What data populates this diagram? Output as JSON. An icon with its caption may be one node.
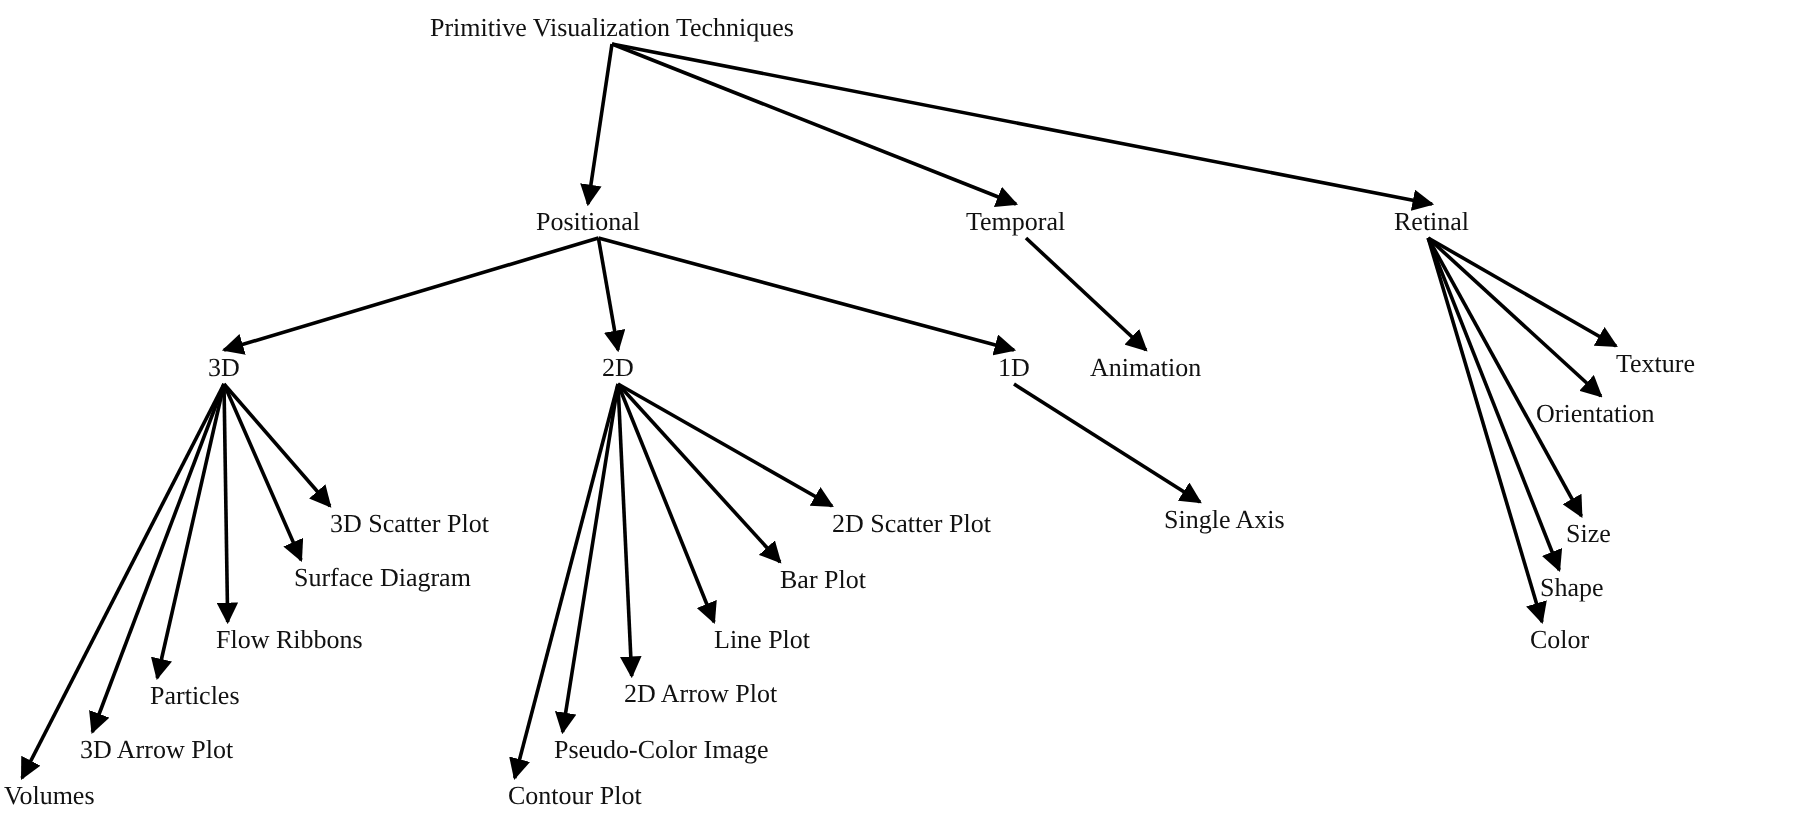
{
  "diagram": {
    "nodes": [
      {
        "text": [
          "Primitive Visualization Techniques"
        ]
      },
      {
        "text": [
          "Positional"
        ]
      },
      {
        "text": [
          "Temporal"
        ]
      },
      {
        "text": [
          "Retinal"
        ]
      },
      {
        "text": [
          "3D"
        ]
      },
      {
        "text": [
          "2D"
        ]
      },
      {
        "text": [
          "1D"
        ]
      },
      {
        "text": [
          "Animation"
        ]
      },
      {
        "text": [
          "Volumes"
        ]
      },
      {
        "text": [
          "3D Arrow Plot"
        ]
      },
      {
        "text": [
          "Particles"
        ]
      },
      {
        "text": [
          "Flow Ribbons"
        ]
      },
      {
        "text": [
          "Surface Diagram"
        ]
      },
      {
        "text": [
          "3D Scatter Plot"
        ]
      },
      {
        "text": [
          "Contour Plot"
        ]
      },
      {
        "text": [
          "Pseudo-Color Image"
        ]
      },
      {
        "text": [
          "2D Arrow Plot"
        ]
      },
      {
        "text": [
          "Line Plot"
        ]
      },
      {
        "text": [
          "Bar Plot"
        ]
      },
      {
        "text": [
          "2D Scatter Plot"
        ]
      },
      {
        "text": [
          "Single Axis"
        ]
      },
      {
        "text": [
          "Color"
        ]
      },
      {
        "text": [
          "Shape"
        ]
      },
      {
        "text": [
          "Size"
        ]
      },
      {
        "text": [
          "Orientation"
        ]
      },
      {
        "text": [
          "Texture"
        ]
      }
    ],
    "edges": [
      {
        "from": 0,
        "to": 1,
        "arrow": "to"
      },
      {
        "from": 0,
        "to": 2,
        "arrow": "to"
      },
      {
        "from": 0,
        "to": 3,
        "arrow": "to"
      },
      {
        "from": 1,
        "to": 4,
        "arrow": "to"
      },
      {
        "from": 1,
        "to": 5,
        "arrow": "to"
      },
      {
        "from": 1,
        "to": 6,
        "arrow": "to"
      },
      {
        "from": 2,
        "to": 7,
        "arrow": "to"
      },
      {
        "from": 4,
        "to": 8,
        "arrow": "to"
      },
      {
        "from": 4,
        "to": 9,
        "arrow": "to"
      },
      {
        "from": 4,
        "to": 10,
        "arrow": "to"
      },
      {
        "from": 4,
        "to": 11,
        "arrow": "to"
      },
      {
        "from": 4,
        "to": 12,
        "arrow": "to"
      },
      {
        "from": 4,
        "to": 13,
        "arrow": "to"
      },
      {
        "from": 5,
        "to": 14,
        "arrow": "to"
      },
      {
        "from": 5,
        "to": 15,
        "arrow": "to"
      },
      {
        "from": 5,
        "to": 16,
        "arrow": "to"
      },
      {
        "from": 5,
        "to": 17,
        "arrow": "to"
      },
      {
        "from": 5,
        "to": 18,
        "arrow": "to"
      },
      {
        "from": 5,
        "to": 19,
        "arrow": "to"
      },
      {
        "from": 6,
        "to": 20,
        "arrow": "to"
      },
      {
        "from": 3,
        "to": 21,
        "arrow": "to"
      },
      {
        "from": 3,
        "to": 22,
        "arrow": "to"
      },
      {
        "from": 3,
        "to": 23,
        "arrow": "to"
      },
      {
        "from": 3,
        "to": 24,
        "arrow": "to"
      },
      {
        "from": 3,
        "to": 25,
        "arrow": "to"
      }
    ]
  }
}
